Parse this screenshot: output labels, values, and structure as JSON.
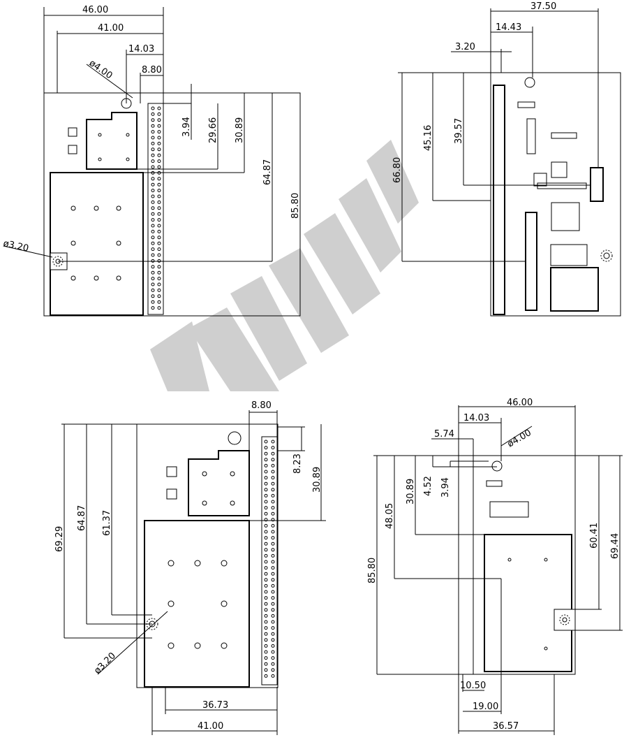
{
  "views": {
    "top_left": {
      "dims": [
        "46.00",
        "41.00",
        "14.03",
        "8.80",
        "3.94",
        "29.66",
        "30.89",
        "64.87",
        "85.80"
      ],
      "hole_large": "ø4.00",
      "hole_small": "ø3.20"
    },
    "top_right": {
      "dims": [
        "37.50",
        "14.43",
        "3.20",
        "66.80",
        "45.16",
        "39.57"
      ]
    },
    "bottom_left": {
      "dims": [
        "8.80",
        "8.23",
        "30.89",
        "69.29",
        "64.87",
        "61.37",
        "36.73",
        "41.00"
      ],
      "hole_small": "ø3.20"
    },
    "bottom_right": {
      "dims": [
        "46.00",
        "14.03",
        "5.74",
        "4.52",
        "3.94",
        "30.89",
        "48.05",
        "85.80",
        "60.41",
        "69.44",
        "10.50",
        "19.00",
        "36.57"
      ],
      "hole_large": "ø4.00"
    }
  },
  "watermark_color": "#cfcfcf"
}
